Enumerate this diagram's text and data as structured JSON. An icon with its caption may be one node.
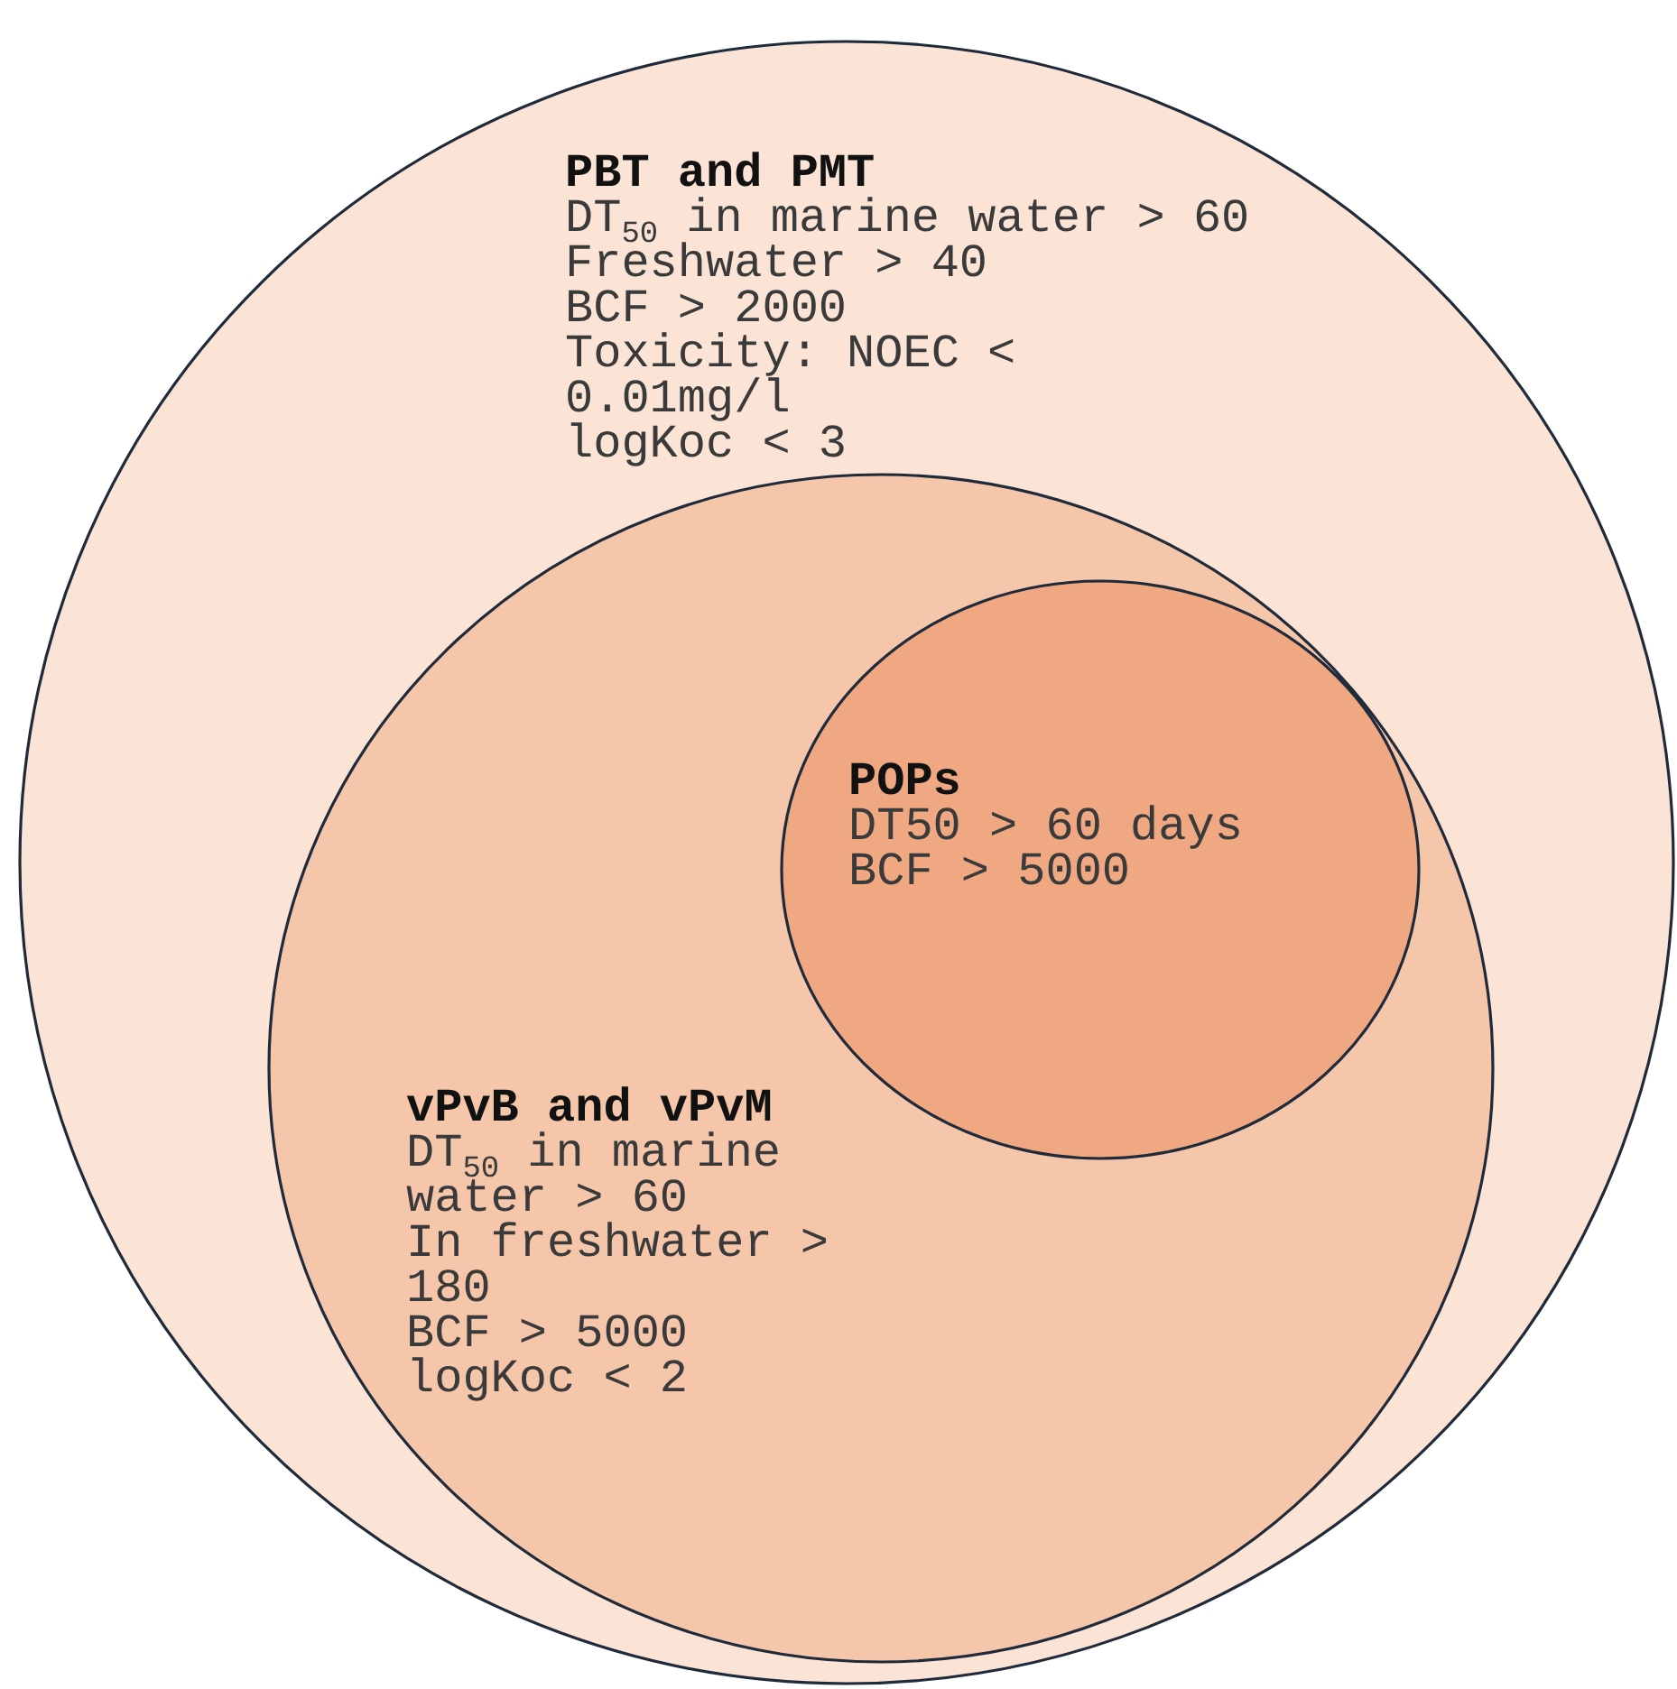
{
  "diagram": {
    "nodes": [
      {
        "text": [
          "PBT and PMT",
          "DT$_{50}$ in marine water > 60",
          "Freshwater > 40",
          "BCF > 2000",
          "Toxicity: NOEC < 0.01mg/l",
          "logKoc < 3"
        ]
      },
      {
        "text": [
          "vPvB and vPvM",
          "DT$_{50}$ in marine water > 60",
          "In freshwater > 180",
          "BCF > 5000",
          "logKoc < 2"
        ],
        "in": 0
      },
      {
        "text": [
          "POPs",
          "DT50 > 60 days",
          "BCF > 5000"
        ],
        "in": 1
      }
    ]
  }
}
